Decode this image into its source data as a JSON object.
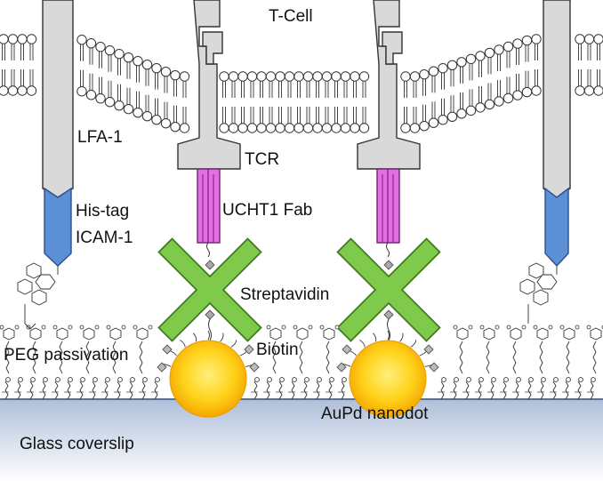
{
  "labels": {
    "t_cell": "T-Cell",
    "lfa1": "LFA-1",
    "tcr": "TCR",
    "fab": "UCHT1 Fab",
    "his_tag": "His-tag",
    "icam1": "ICAM-1",
    "streptavidin": "Streptavidin",
    "biotin": "Biotin",
    "peg": "PEG passivation",
    "aupd": "AuPd nanodot",
    "glass": "Glass coverslip"
  },
  "colors": {
    "membrane_head": "#ffffff",
    "receptor_grey": "#d9d9d9",
    "fab_magenta": "#e46ee6",
    "icam_blue": "#5b8fd6",
    "streptavidin_green": "#7fc94b",
    "gold_core": "#ffe34a",
    "gold_edge": "#f5b400",
    "glass_top": "#b8c8df",
    "glass_bottom": "#ffffff"
  }
}
